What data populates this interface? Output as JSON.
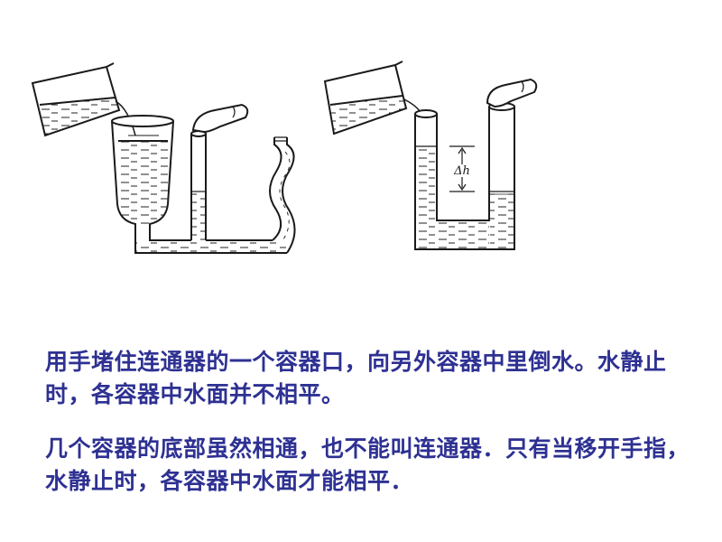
{
  "figure_left": {
    "labels": []
  },
  "figure_right": {
    "delta_label": "Δh"
  },
  "text": {
    "paragraph_1": "用手堵住连通器的一个容器口，向另外容器中里倒水。水静止时，各容器中水面并不相平。",
    "paragraph_2": "几个容器的底部虽然相通，也不能叫连通器．只有当移开手指，水静止时，各容器中水面才能相平．"
  },
  "colors": {
    "text": "#2e3192",
    "line": "#1a1a1a"
  }
}
